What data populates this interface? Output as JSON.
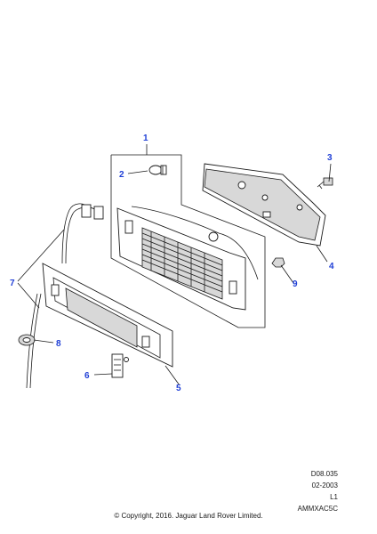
{
  "callouts": [
    "1",
    "2",
    "3",
    "4",
    "5",
    "6",
    "7",
    "8",
    "9"
  ],
  "drawing_code": "D08.035",
  "date": "02-2003",
  "level": "L1",
  "image_ref": "AMMXAC5C",
  "copyright": "© Copyright, 2016. Jaguar Land Rover Limited.",
  "accent_color": "#1f3fd6"
}
